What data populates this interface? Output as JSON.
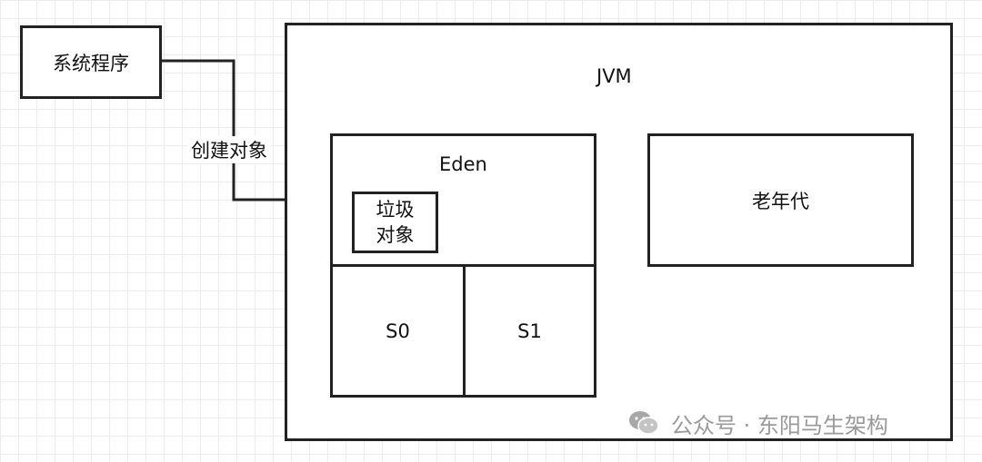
{
  "system_program": "系统程序",
  "create_object_label": "创建对象",
  "jvm": {
    "title": "JVM",
    "eden": {
      "title": "Eden",
      "garbage_line1": "垃圾",
      "garbage_line2": "对象"
    },
    "s0": "S0",
    "s1": "S1",
    "old_gen": "老年代"
  },
  "watermark": {
    "text": "公众号 · 东阳马生架构",
    "icon": "wechat-icon"
  },
  "colors": {
    "stroke": "#222222",
    "watermark": "#9a9a9a"
  }
}
